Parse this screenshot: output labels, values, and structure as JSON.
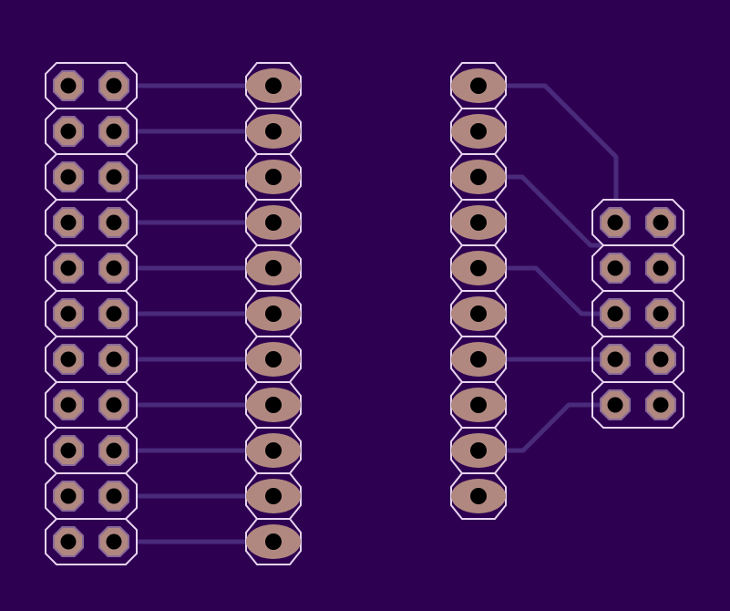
{
  "colors": {
    "board": "#2e0052",
    "trace": "#4a2a7a",
    "pad": "#b08880",
    "pad_edge": "#8a6a9a",
    "drill": "#000000",
    "silk": "#e8d4f0"
  },
  "header_left": {
    "name": "dual-row-header-left",
    "rows": 11
  },
  "column_a": {
    "name": "single-row-pads-a",
    "count": 11
  },
  "column_b": {
    "name": "single-row-pads-b",
    "count": 10
  },
  "header_right": {
    "name": "dual-row-header-right",
    "rows": 5
  }
}
